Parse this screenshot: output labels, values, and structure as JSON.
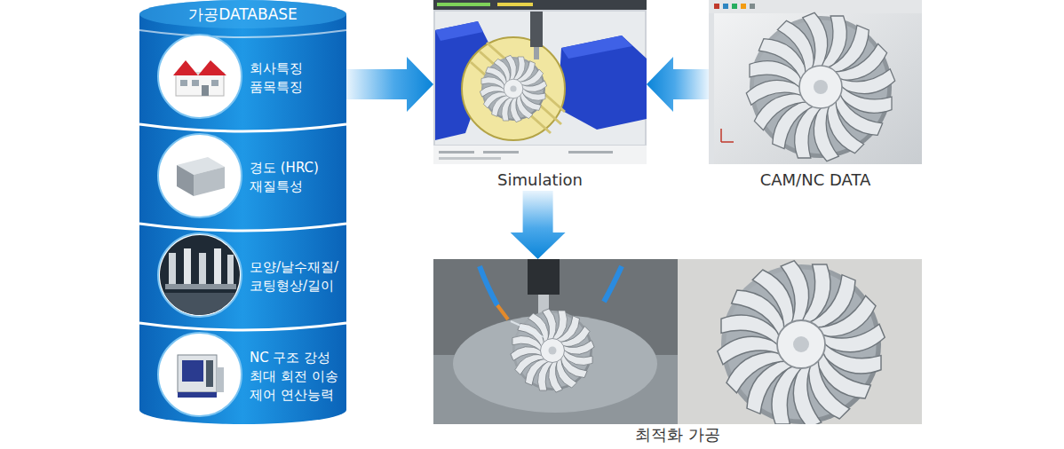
{
  "diagram": {
    "nodes": [
      {
        "text": [
          "가공DATABASE"
        ]
      },
      {
        "text": [
          "회사특징 품목특징"
        ],
        "in": 0
      },
      {
        "text": [
          "경도 (HRC) 재질특성"
        ],
        "in": 0
      },
      {
        "text": [
          "모양/날수재질/ 코팅형상/길이"
        ],
        "in": 0
      },
      {
        "text": [
          "NC 구조 강성 최대 회전 이송 제어 연산능력"
        ],
        "in": 0
      },
      {
        "text": [
          "Simulation"
        ]
      },
      {
        "text": [
          "CAM/NC DATA"
        ]
      },
      {
        "text": [
          "최적화 가공"
        ]
      }
    ],
    "edges": [
      {
        "from": 0,
        "to": 5,
        "arrow": "to"
      },
      {
        "from": 6,
        "to": 5,
        "arrow": "to"
      },
      {
        "from": 5,
        "to": 7,
        "arrow": "to"
      }
    ]
  }
}
